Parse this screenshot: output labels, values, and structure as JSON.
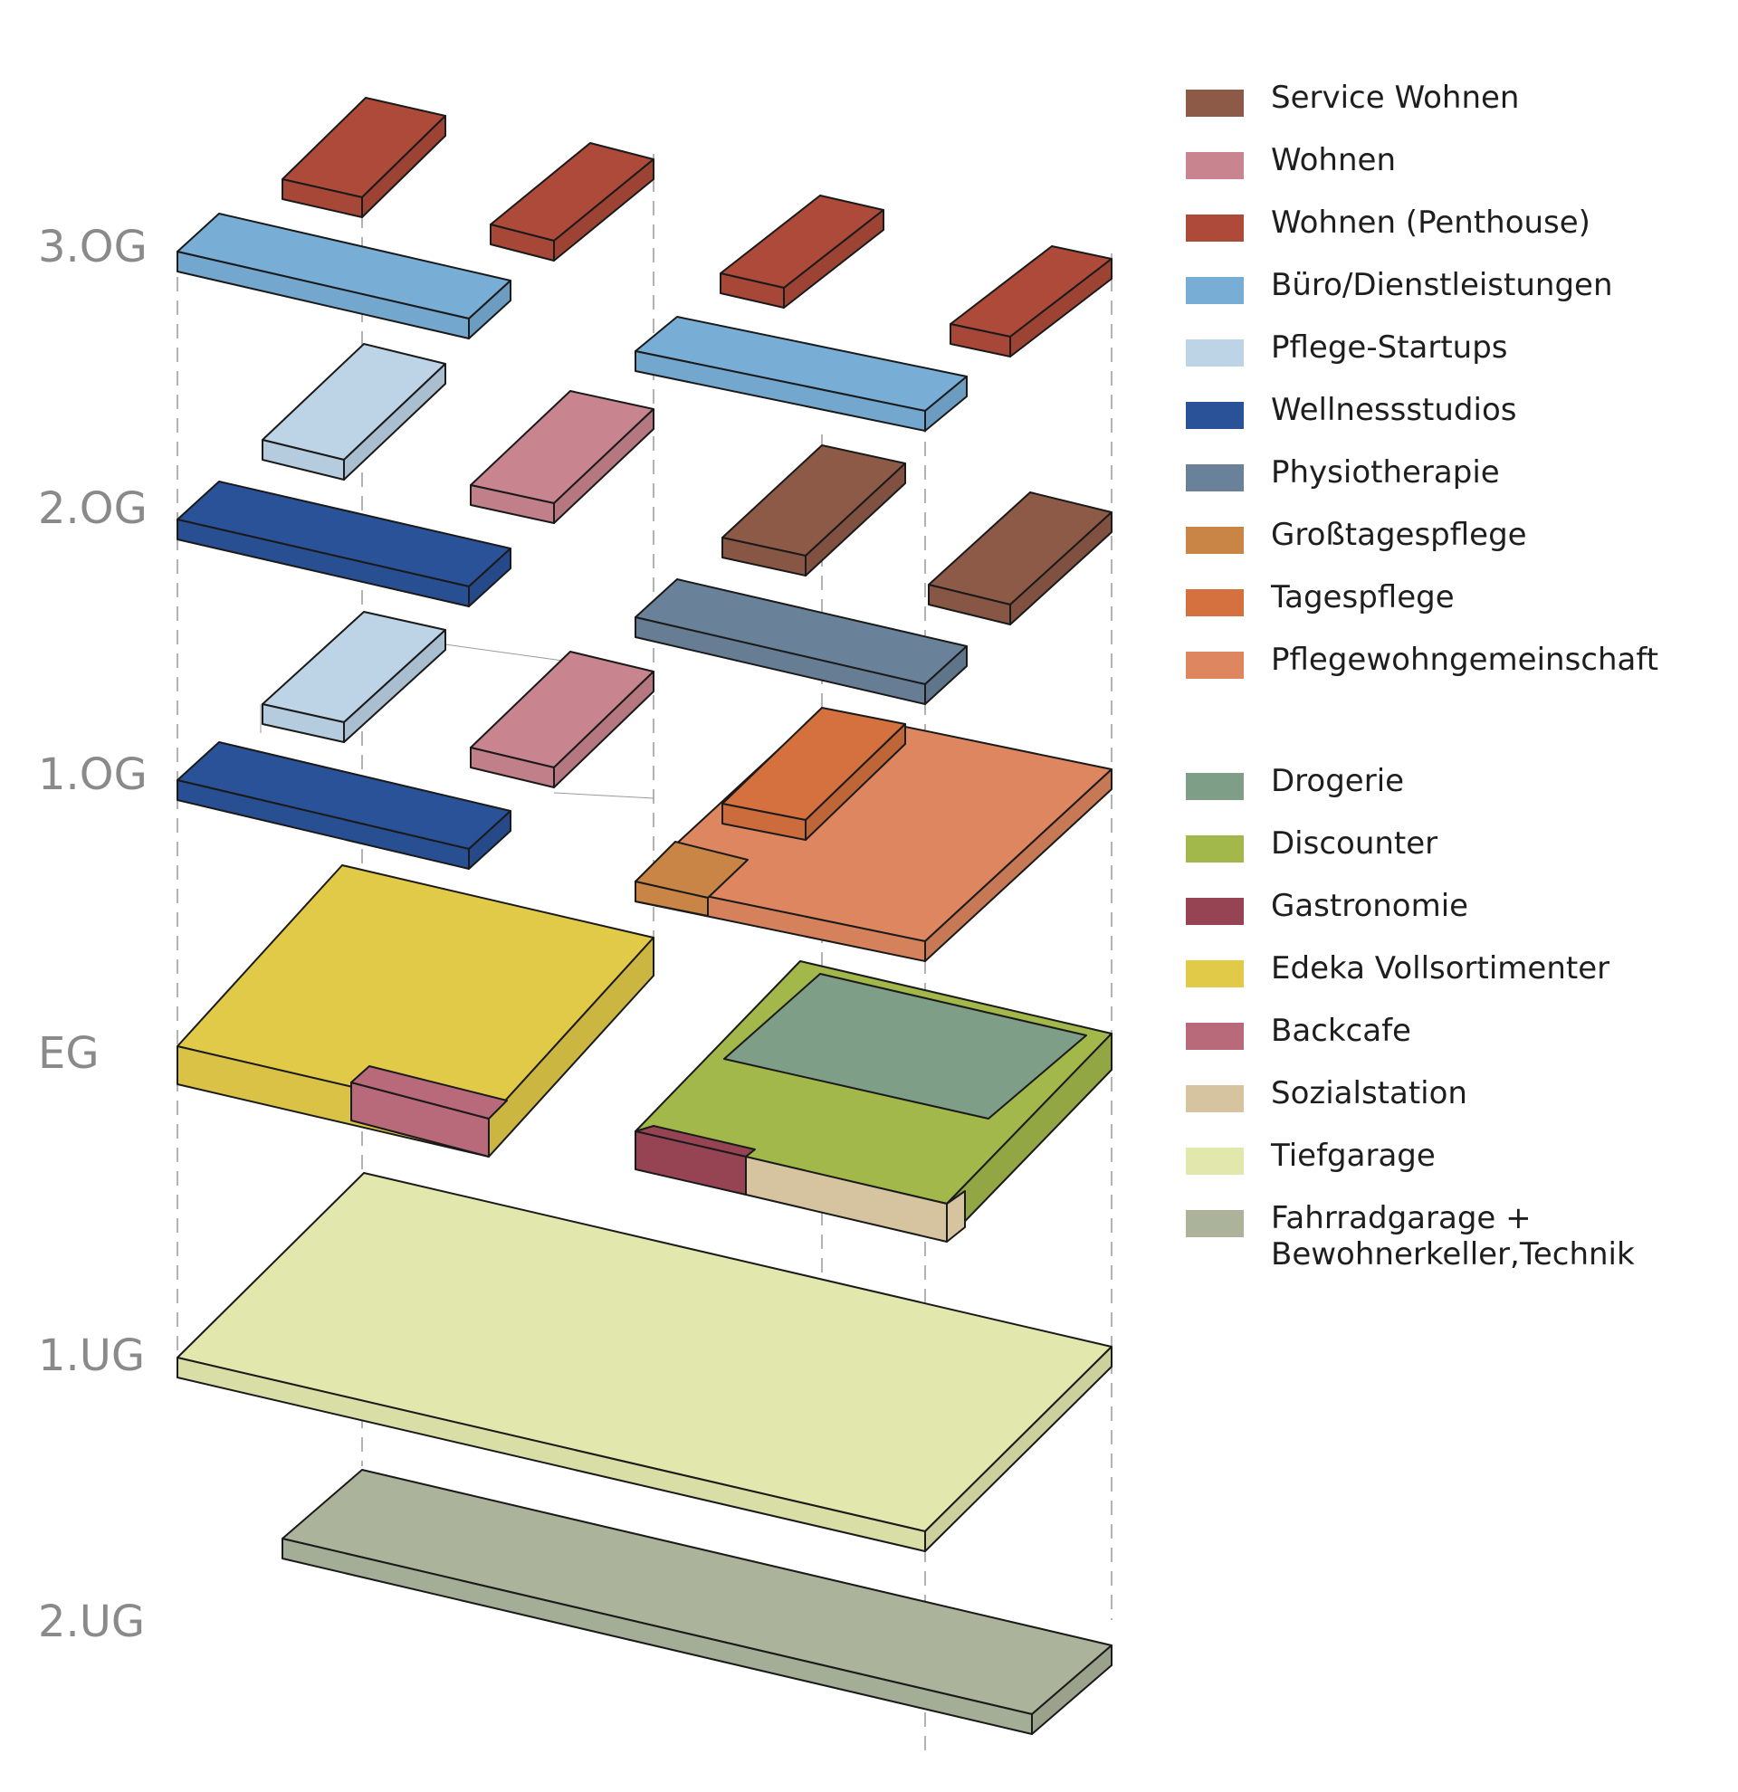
{
  "floors": [
    {
      "key": "og3",
      "label": "3.OG"
    },
    {
      "key": "og2",
      "label": "2.OG"
    },
    {
      "key": "og1",
      "label": "1.OG"
    },
    {
      "key": "eg",
      "label": "EG"
    },
    {
      "key": "ug1",
      "label": "1.UG"
    },
    {
      "key": "ug2",
      "label": "2.UG"
    }
  ],
  "legend_upper": [
    {
      "label": "Service Wohnen",
      "color": "#8e5a48"
    },
    {
      "label": "Wohnen",
      "color": "#c9858f"
    },
    {
      "label": "Wohnen (Penthouse)",
      "color": "#ad4a3a"
    },
    {
      "label": "Büro/Dienstleistungen",
      "color": "#78aed6"
    },
    {
      "label": "Pflege-Startups",
      "color": "#bcd4e6"
    },
    {
      "label": "Wellnessstudios",
      "color": "#2a5298"
    },
    {
      "label": "Physiotherapie",
      "color": "#6a8299"
    },
    {
      "label": "Großtagespflege",
      "color": "#c98545"
    },
    {
      "label": "Tagespflege",
      "color": "#d4713f"
    },
    {
      "label": "Pflegewohngemeinschaft",
      "color": "#dd8660"
    }
  ],
  "legend_lower": [
    {
      "label": "Drogerie",
      "color": "#7f9e88"
    },
    {
      "label": "Discounter",
      "color": "#a2b84a"
    },
    {
      "label": "Gastronomie",
      "color": "#964454"
    },
    {
      "label": "Edeka Vollsortimenter",
      "color": "#e2ca49"
    },
    {
      "label": "Backcafe",
      "color": "#b96a7a"
    },
    {
      "label": "Sozialstation",
      "color": "#d6c39f"
    },
    {
      "label": "Tiefgarage",
      "color": "#e2e7ad"
    },
    {
      "label": "Fahrradgarage +\nBewohnerkeller,Technik",
      "color": "#abb49b"
    }
  ]
}
